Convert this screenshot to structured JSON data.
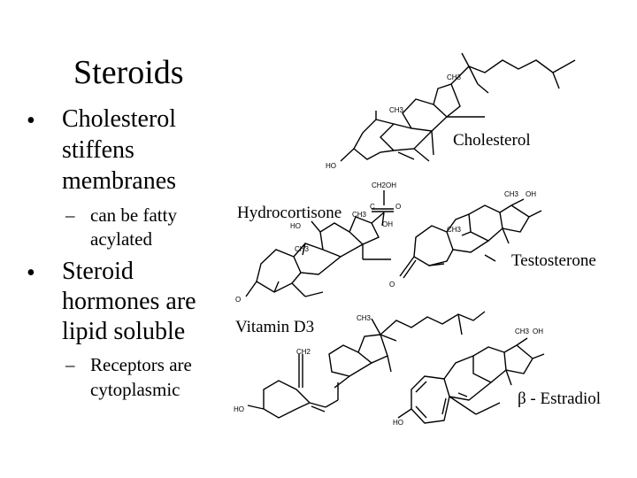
{
  "slide": {
    "title": "Steroids",
    "bullets": [
      {
        "marker": "•",
        "text_lines": [
          "Cholesterol",
          "stiffens",
          "membranes"
        ]
      },
      {
        "marker": "–",
        "text_lines": [
          "can be fatty",
          "acylated"
        ]
      },
      {
        "marker": "•",
        "text_lines": [
          "Steroid",
          "hormones are",
          "lipid soluble"
        ]
      },
      {
        "marker": "–",
        "text_lines": [
          "Receptors are",
          "cytoplasmic"
        ]
      }
    ]
  },
  "molecules": {
    "cholesterol": {
      "name": "Cholesterol",
      "labels": [
        "CH3",
        "CH3",
        "HO"
      ]
    },
    "hydrocortisone": {
      "name": "Hydrocortisone",
      "labels": [
        "CH2OH",
        "C",
        "O",
        "CH3",
        "OH",
        "HO",
        "CH3",
        "O"
      ]
    },
    "testosterone": {
      "name": "Testosterone",
      "labels": [
        "CH3",
        "OH",
        "CH3",
        "O"
      ]
    },
    "vitamin_d3": {
      "name": "Vitamin D3",
      "labels": [
        "CH3",
        "CH2",
        "HO"
      ]
    },
    "estradiol": {
      "name": "β - Estradiol",
      "labels": [
        "CH3",
        "OH",
        "HO"
      ]
    }
  }
}
